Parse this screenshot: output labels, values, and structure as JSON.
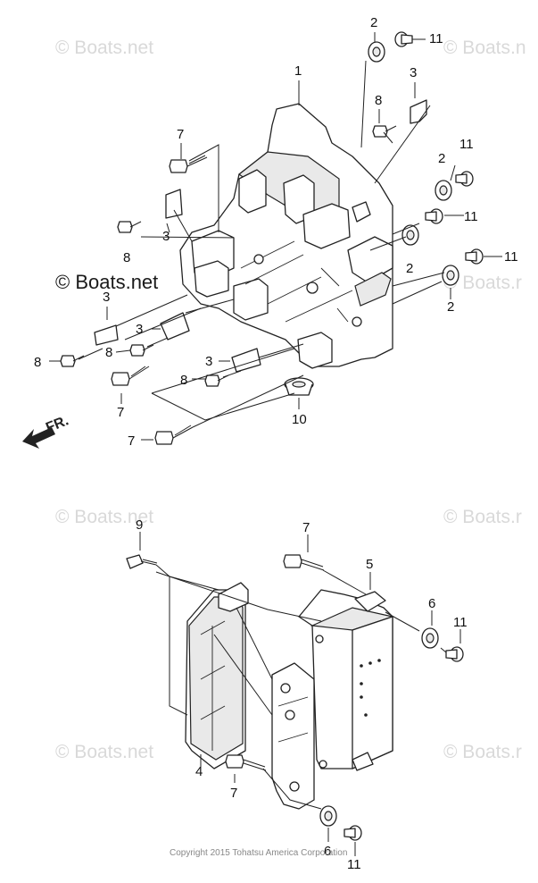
{
  "watermarks": {
    "boats_net": "© Boats.net",
    "boats_net_partial": "© Boats.n",
    "boats_net_partial_alt": "© Boats.r",
    "boats_net_prominent": "© Boats.net"
  },
  "direction_label": "FR.",
  "copyright": "Copyright 2015 Tohatsu America Corporation",
  "callouts": {
    "top": {
      "c1": "1",
      "c2a": "2",
      "c11a": "11",
      "c3a": "3",
      "c8a": "8",
      "c7a": "7",
      "c11b": "11",
      "c2b": "2",
      "c11c": "11",
      "c3b": "3",
      "c8b": "8",
      "c2c": "2",
      "c11d": "11",
      "c3c": "3",
      "c2d": "2",
      "c3d": "3",
      "c8c": "8",
      "c8d": "8",
      "c3e": "3",
      "c8e": "8",
      "c7b": "7",
      "c10": "10",
      "c7c": "7"
    },
    "bottom": {
      "c9": "9",
      "c7a": "7",
      "c5": "5",
      "c6a": "6",
      "c11a": "11",
      "c4": "4",
      "c7b": "7",
      "c6b": "6",
      "c11b": "11"
    }
  }
}
